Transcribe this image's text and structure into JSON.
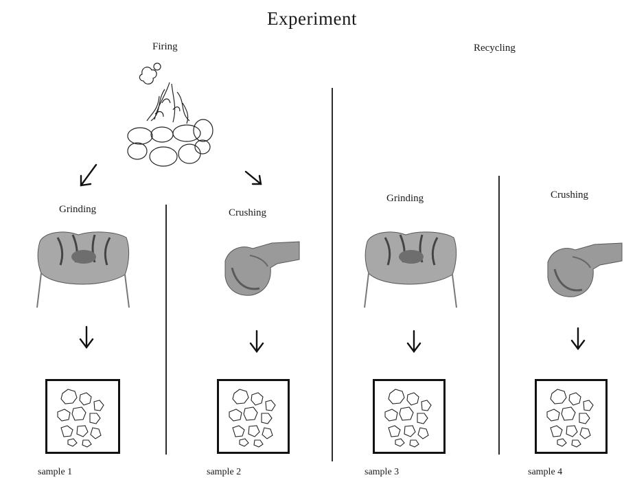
{
  "title": "Experiment",
  "sections": {
    "firing": "Firing",
    "recycling": "Recycling"
  },
  "steps": [
    "Grinding",
    "Crushing",
    "Grinding",
    "Crushing"
  ],
  "samples": [
    "sample 1",
    "sample 2",
    "sample 3",
    "sample 4"
  ],
  "colors": {
    "ink": "#1a1a1a",
    "line": "#2a2a2a",
    "skin": "#9a9a9a"
  },
  "icons": [
    "campfire-icon",
    "arrow-down-icon",
    "grinding-hands-icon",
    "crushing-hand-icon",
    "fragments-icon"
  ]
}
